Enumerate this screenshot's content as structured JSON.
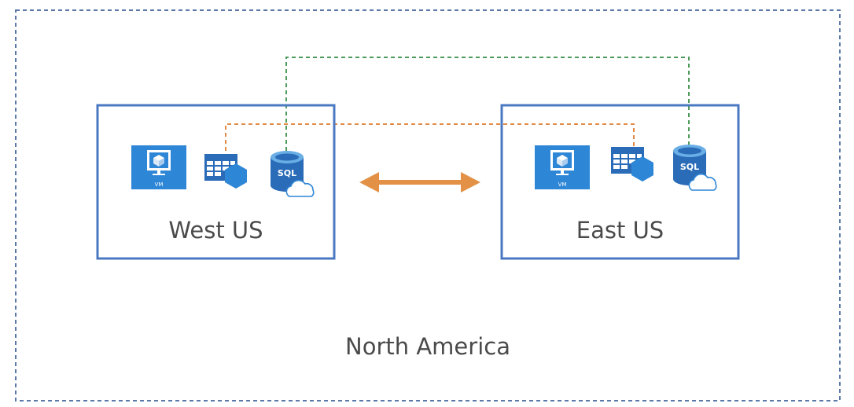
{
  "outer_region": {
    "label": "North America"
  },
  "regions": [
    {
      "label": "West US",
      "icons": {
        "vm": "vm-icon",
        "table": "table-storage-icon",
        "sql": "sql-database-icon"
      },
      "vm_caption": "VM",
      "sql_caption": "SQL"
    },
    {
      "label": "East US",
      "icons": {
        "vm": "vm-icon",
        "table": "table-storage-icon",
        "sql": "sql-database-icon"
      },
      "vm_caption": "VM",
      "sql_caption": "SQL"
    }
  ],
  "connections": [
    {
      "from": "West US table storage",
      "to": "East US table storage",
      "style": "dashed",
      "color": "#e08a45"
    },
    {
      "from": "West US SQL database",
      "to": "East US SQL database",
      "style": "dashed",
      "color": "#4d9a5a"
    },
    {
      "between": [
        "West US",
        "East US"
      ],
      "style": "double-arrow",
      "color": "#e39146"
    }
  ],
  "colors": {
    "region_border": "#4a78c2",
    "outer_border": "#5a78a8",
    "icon_blue": "#2e86d6",
    "icon_dark": "#2a6cb8",
    "label_text": "#4a4a4a"
  }
}
